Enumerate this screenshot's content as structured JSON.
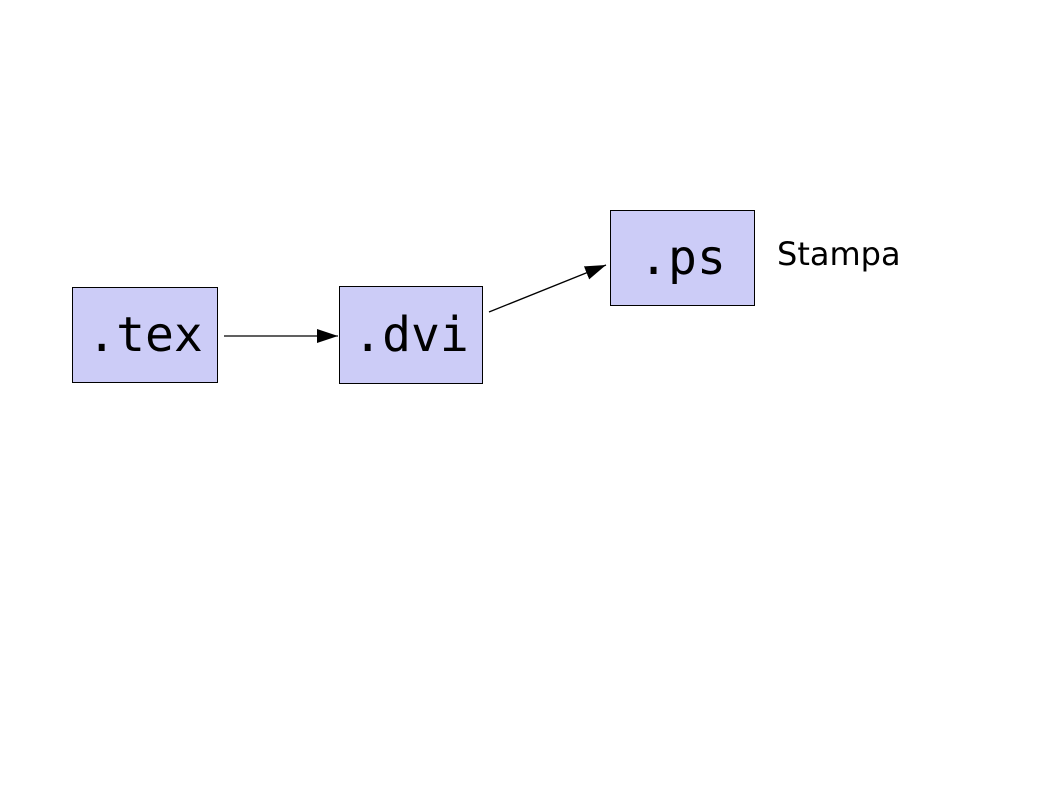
{
  "diagram": {
    "description": "Flow diagram of document conversion ending at print",
    "colors": {
      "background": "#ffffff",
      "node_fill": "#ccccf7",
      "node_border": "#000000",
      "arrow": "#000000",
      "text": "#000000"
    },
    "nodes": [
      {
        "id": "tex",
        "label": ".tex"
      },
      {
        "id": "dvi",
        "label": ".dvi"
      },
      {
        "id": "ps",
        "label": ".ps"
      }
    ],
    "edges": [
      {
        "from": "tex",
        "to": "dvi",
        "style": "arrow"
      },
      {
        "from": "dvi",
        "to": "ps",
        "style": "arrow"
      }
    ],
    "annotation": {
      "label": "Stampa"
    }
  }
}
